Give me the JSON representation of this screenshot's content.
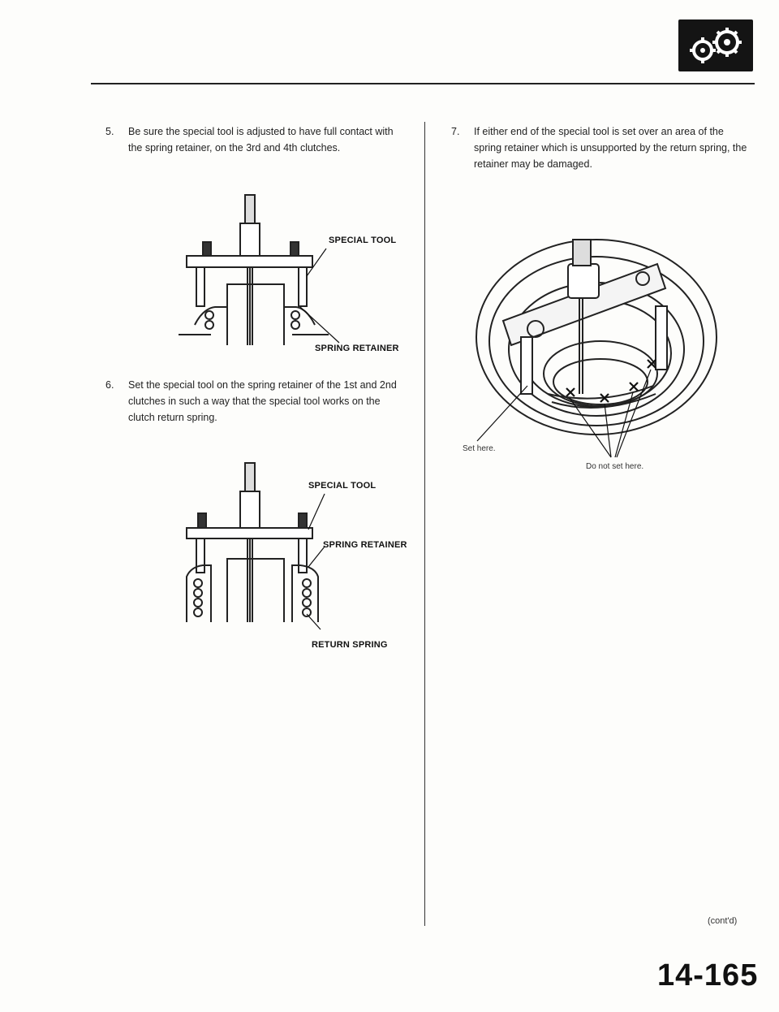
{
  "header": {
    "icon": "gears-icon"
  },
  "left_column": {
    "step5": {
      "number": "5.",
      "text": "Be sure the special tool is adjusted to have full contact with the spring retainer, on the 3rd and 4th clutches."
    },
    "figure1": {
      "label_tool": "SPECIAL TOOL",
      "label_retainer": "SPRING RETAINER"
    },
    "step6": {
      "number": "6.",
      "text": "Set the special tool on the spring retainer of the 1st and 2nd clutches in such a way that the special tool works on the clutch return spring."
    },
    "figure2": {
      "label_tool": "SPECIAL TOOL",
      "label_retainer": "SPRING RETAINER",
      "label_spring": "RETURN SPRING"
    }
  },
  "right_column": {
    "step7": {
      "number": "7.",
      "text": "If either end of the special tool is set over an area of the spring retainer which is unsupported by the return spring, the retainer may be damaged."
    },
    "figure3": {
      "label_set": "Set here.",
      "label_not": "Do not set here."
    }
  },
  "footer": {
    "contd": "(cont'd)",
    "page_number": "14-165"
  }
}
